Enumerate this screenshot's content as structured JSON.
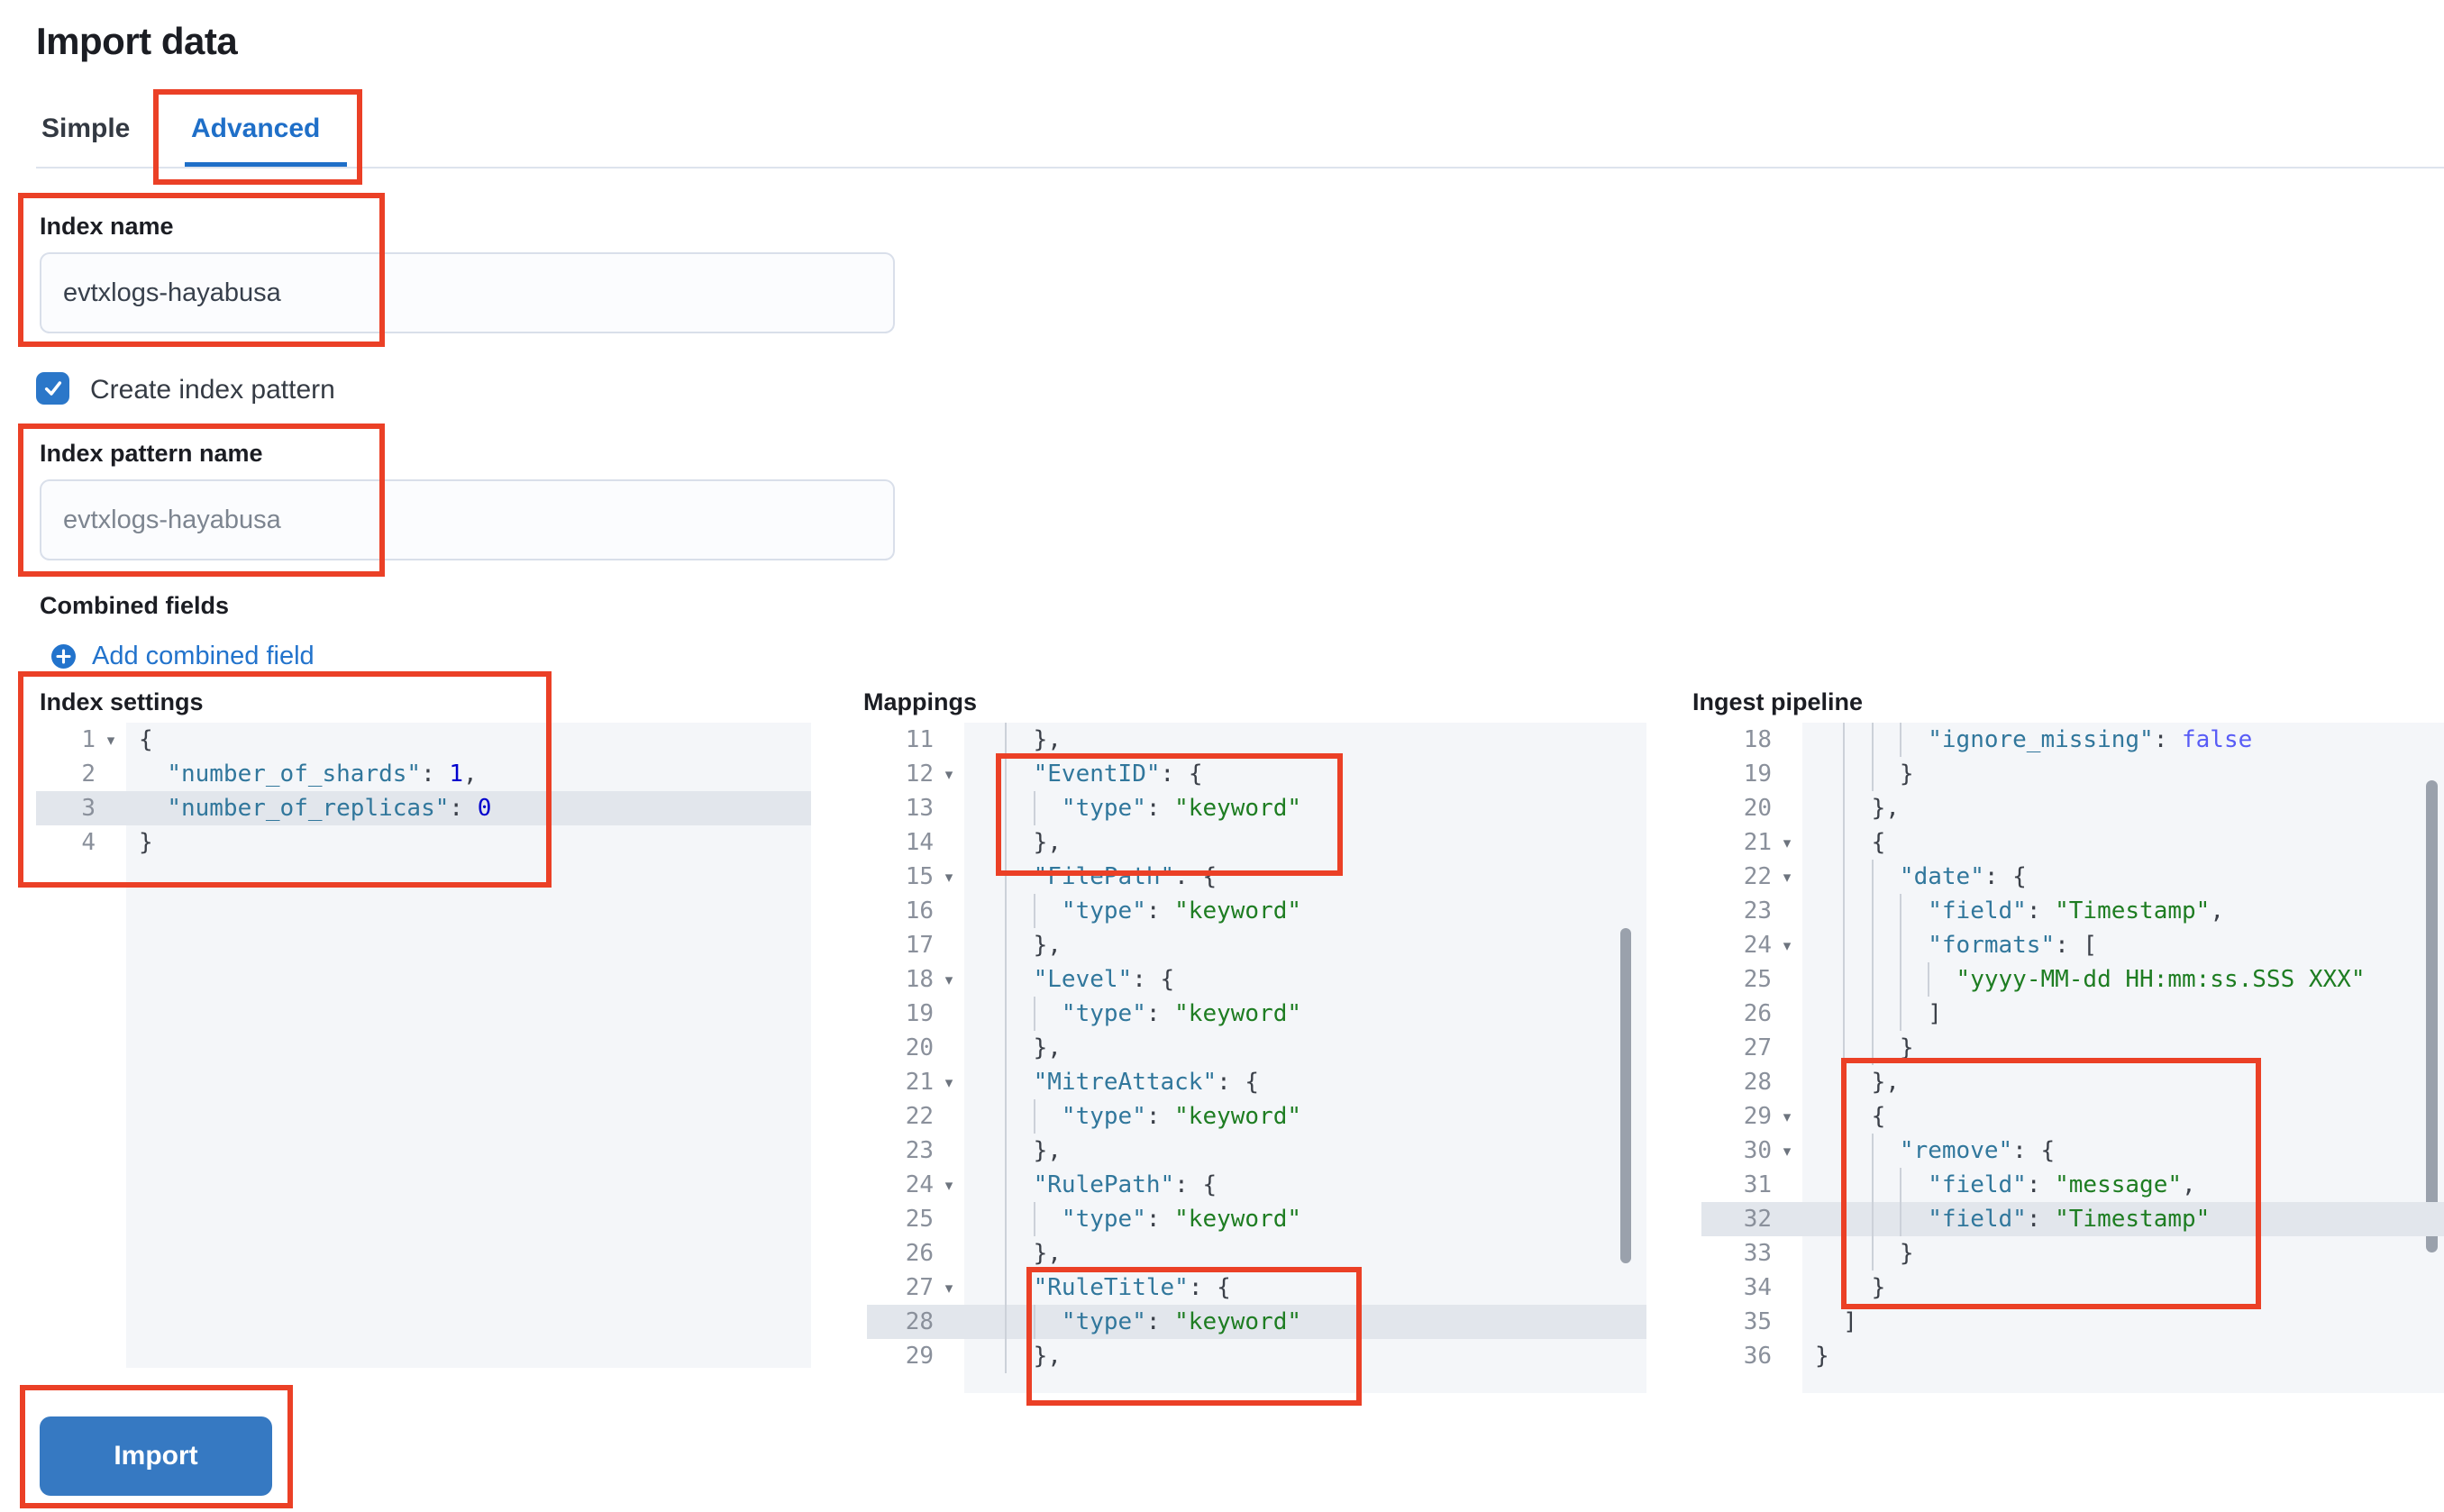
{
  "header": {
    "title": "Import data",
    "tabs": [
      {
        "label": "Simple",
        "active": false
      },
      {
        "label": "Advanced",
        "active": true
      }
    ]
  },
  "form": {
    "index_name_label": "Index name",
    "index_name_value": "evtxlogs-hayabusa",
    "create_index_pattern_label": "Create index pattern",
    "create_index_pattern_checked": true,
    "index_pattern_name_label": "Index pattern name",
    "index_pattern_name_placeholder": "evtxlogs-hayabusa",
    "combined_fields_label": "Combined fields",
    "add_combined_field_label": "Add combined field"
  },
  "editors": {
    "index_settings": {
      "label": "Index settings",
      "lines": [
        {
          "n": 1,
          "fold": true,
          "g": 0,
          "text": "{"
        },
        {
          "n": 2,
          "g": 0,
          "text": "  \"number_of_shards\": 1,"
        },
        {
          "n": 3,
          "g": 0,
          "text": "  \"number_of_replicas\": 0",
          "active": true
        },
        {
          "n": 4,
          "g": 0,
          "text": "}"
        }
      ]
    },
    "mappings": {
      "label": "Mappings",
      "lines": [
        {
          "n": 11,
          "g": 1,
          "text": "    },"
        },
        {
          "n": 12,
          "fold": true,
          "g": 1,
          "text": "    \"EventID\": {"
        },
        {
          "n": 13,
          "g": 2,
          "text": "      \"type\": \"keyword\""
        },
        {
          "n": 14,
          "g": 1,
          "text": "    },"
        },
        {
          "n": 15,
          "fold": true,
          "g": 1,
          "text": "    \"FilePath\": {"
        },
        {
          "n": 16,
          "g": 2,
          "text": "      \"type\": \"keyword\""
        },
        {
          "n": 17,
          "g": 1,
          "text": "    },"
        },
        {
          "n": 18,
          "fold": true,
          "g": 1,
          "text": "    \"Level\": {"
        },
        {
          "n": 19,
          "g": 2,
          "text": "      \"type\": \"keyword\""
        },
        {
          "n": 20,
          "g": 1,
          "text": "    },"
        },
        {
          "n": 21,
          "fold": true,
          "g": 1,
          "text": "    \"MitreAttack\": {"
        },
        {
          "n": 22,
          "g": 2,
          "text": "      \"type\": \"keyword\""
        },
        {
          "n": 23,
          "g": 1,
          "text": "    },"
        },
        {
          "n": 24,
          "fold": true,
          "g": 1,
          "text": "    \"RulePath\": {"
        },
        {
          "n": 25,
          "g": 2,
          "text": "      \"type\": \"keyword\""
        },
        {
          "n": 26,
          "g": 1,
          "text": "    },"
        },
        {
          "n": 27,
          "fold": true,
          "g": 1,
          "text": "    \"RuleTitle\": {"
        },
        {
          "n": 28,
          "g": 2,
          "text": "      \"type\": \"keyword\"",
          "active": true
        },
        {
          "n": 29,
          "g": 1,
          "text": "    },"
        }
      ]
    },
    "ingest_pipeline": {
      "label": "Ingest pipeline",
      "lines": [
        {
          "n": 18,
          "g": 3,
          "text": "        \"ignore_missing\": false"
        },
        {
          "n": 19,
          "g": 2,
          "text": "      }"
        },
        {
          "n": 20,
          "g": 1,
          "text": "    },"
        },
        {
          "n": 21,
          "fold": true,
          "g": 1,
          "text": "    {"
        },
        {
          "n": 22,
          "fold": true,
          "g": 2,
          "text": "      \"date\": {"
        },
        {
          "n": 23,
          "g": 3,
          "text": "        \"field\": \"Timestamp\","
        },
        {
          "n": 24,
          "fold": true,
          "g": 3,
          "text": "        \"formats\": ["
        },
        {
          "n": 25,
          "g": 4,
          "text": "          \"yyyy-MM-dd HH:mm:ss.SSS XXX\""
        },
        {
          "n": 26,
          "g": 3,
          "text": "        ]"
        },
        {
          "n": 27,
          "g": 2,
          "text": "      }"
        },
        {
          "n": 28,
          "g": 1,
          "text": "    },"
        },
        {
          "n": 29,
          "fold": true,
          "g": 1,
          "text": "    {"
        },
        {
          "n": 30,
          "fold": true,
          "g": 2,
          "text": "      \"remove\": {"
        },
        {
          "n": 31,
          "g": 3,
          "text": "        \"field\": \"message\","
        },
        {
          "n": 32,
          "g": 3,
          "text": "        \"field\": \"Timestamp\"",
          "active": true
        },
        {
          "n": 33,
          "g": 2,
          "text": "      }"
        },
        {
          "n": 34,
          "g": 1,
          "text": "    }"
        },
        {
          "n": 35,
          "g": 0,
          "text": "  ]"
        },
        {
          "n": 36,
          "g": 0,
          "text": "}"
        }
      ]
    }
  },
  "actions": {
    "import_label": "Import"
  },
  "colors": {
    "annotation_red": "#eb4026",
    "link_blue": "#2273cc",
    "tab_active_blue": "#1f6fc8",
    "button_blue": "#3679c2",
    "checkbox_blue": "#2b77c9",
    "editor_key": "#31779c",
    "editor_string": "#1e7d22",
    "editor_number": "#0000cd",
    "editor_boolean": "#585cf6"
  }
}
